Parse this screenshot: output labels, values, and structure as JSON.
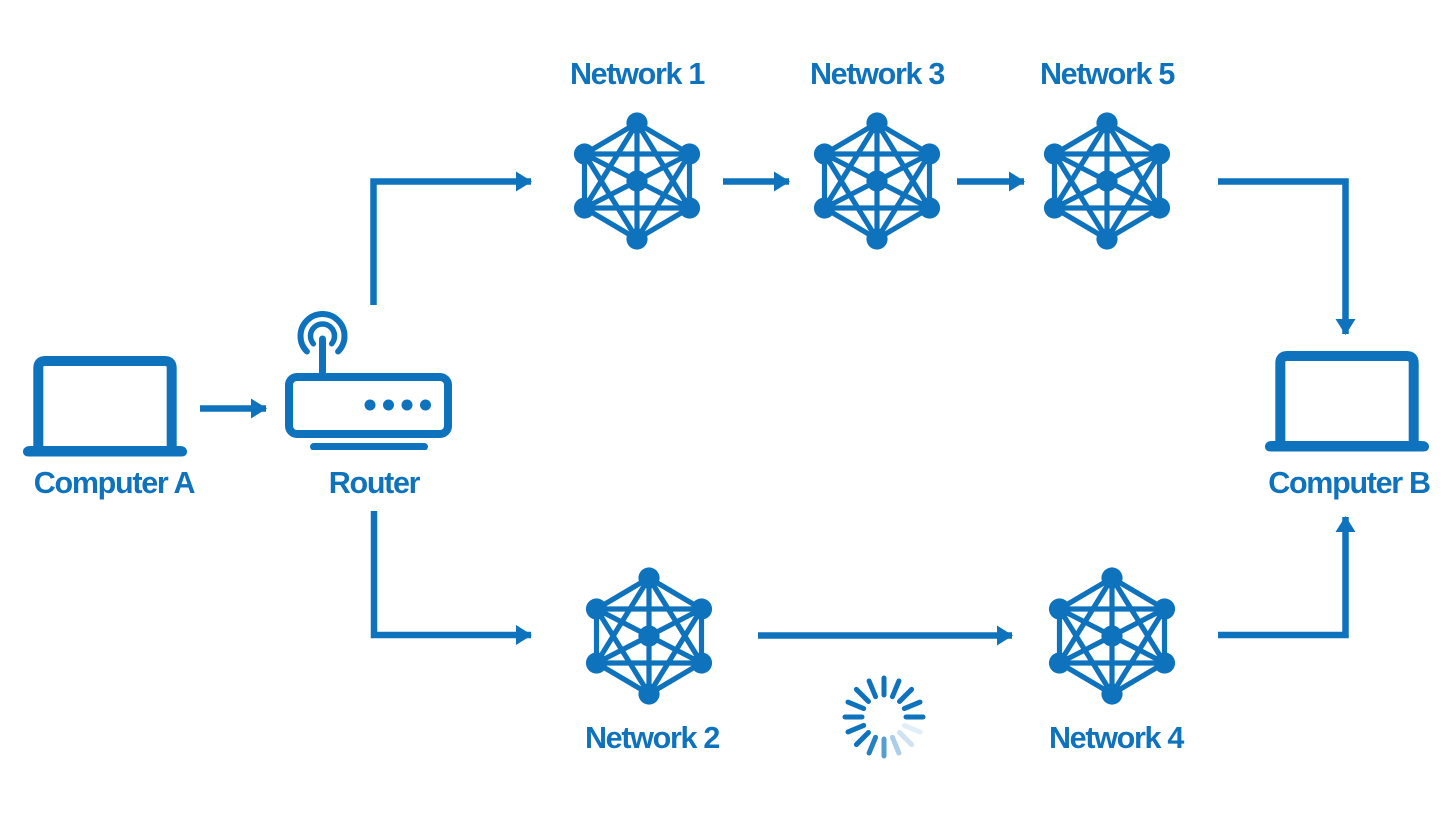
{
  "palette": {
    "primary": "#0e73bc",
    "background": "#ffffff",
    "spinner_tick_opacities": [
      1,
      1,
      1,
      1,
      1,
      0.12,
      0.2,
      0.35,
      0.7,
      0.9,
      1,
      1,
      1,
      1,
      1,
      1
    ]
  },
  "diagram": {
    "nodes": {
      "computer_a": {
        "label": "Computer A",
        "type": "laptop"
      },
      "router": {
        "label": "Router",
        "type": "wifi-router"
      },
      "network_1": {
        "label": "Network 1",
        "type": "mesh-network"
      },
      "network_2": {
        "label": "Network 2",
        "type": "mesh-network"
      },
      "network_3": {
        "label": "Network 3",
        "type": "mesh-network"
      },
      "network_4": {
        "label": "Network 4",
        "type": "mesh-network"
      },
      "network_5": {
        "label": "Network 5",
        "type": "mesh-network"
      },
      "computer_b": {
        "label": "Computer B",
        "type": "laptop"
      }
    },
    "links": [
      {
        "from": "computer_a",
        "to": "router"
      },
      {
        "from": "router",
        "to": "network_1"
      },
      {
        "from": "network_1",
        "to": "network_3"
      },
      {
        "from": "network_3",
        "to": "network_5"
      },
      {
        "from": "network_5",
        "to": "computer_b"
      },
      {
        "from": "router",
        "to": "network_2"
      },
      {
        "from": "network_2",
        "to": "network_4"
      },
      {
        "from": "network_4",
        "to": "computer_b"
      }
    ],
    "status": {
      "loading_spinner_visible": true
    }
  }
}
